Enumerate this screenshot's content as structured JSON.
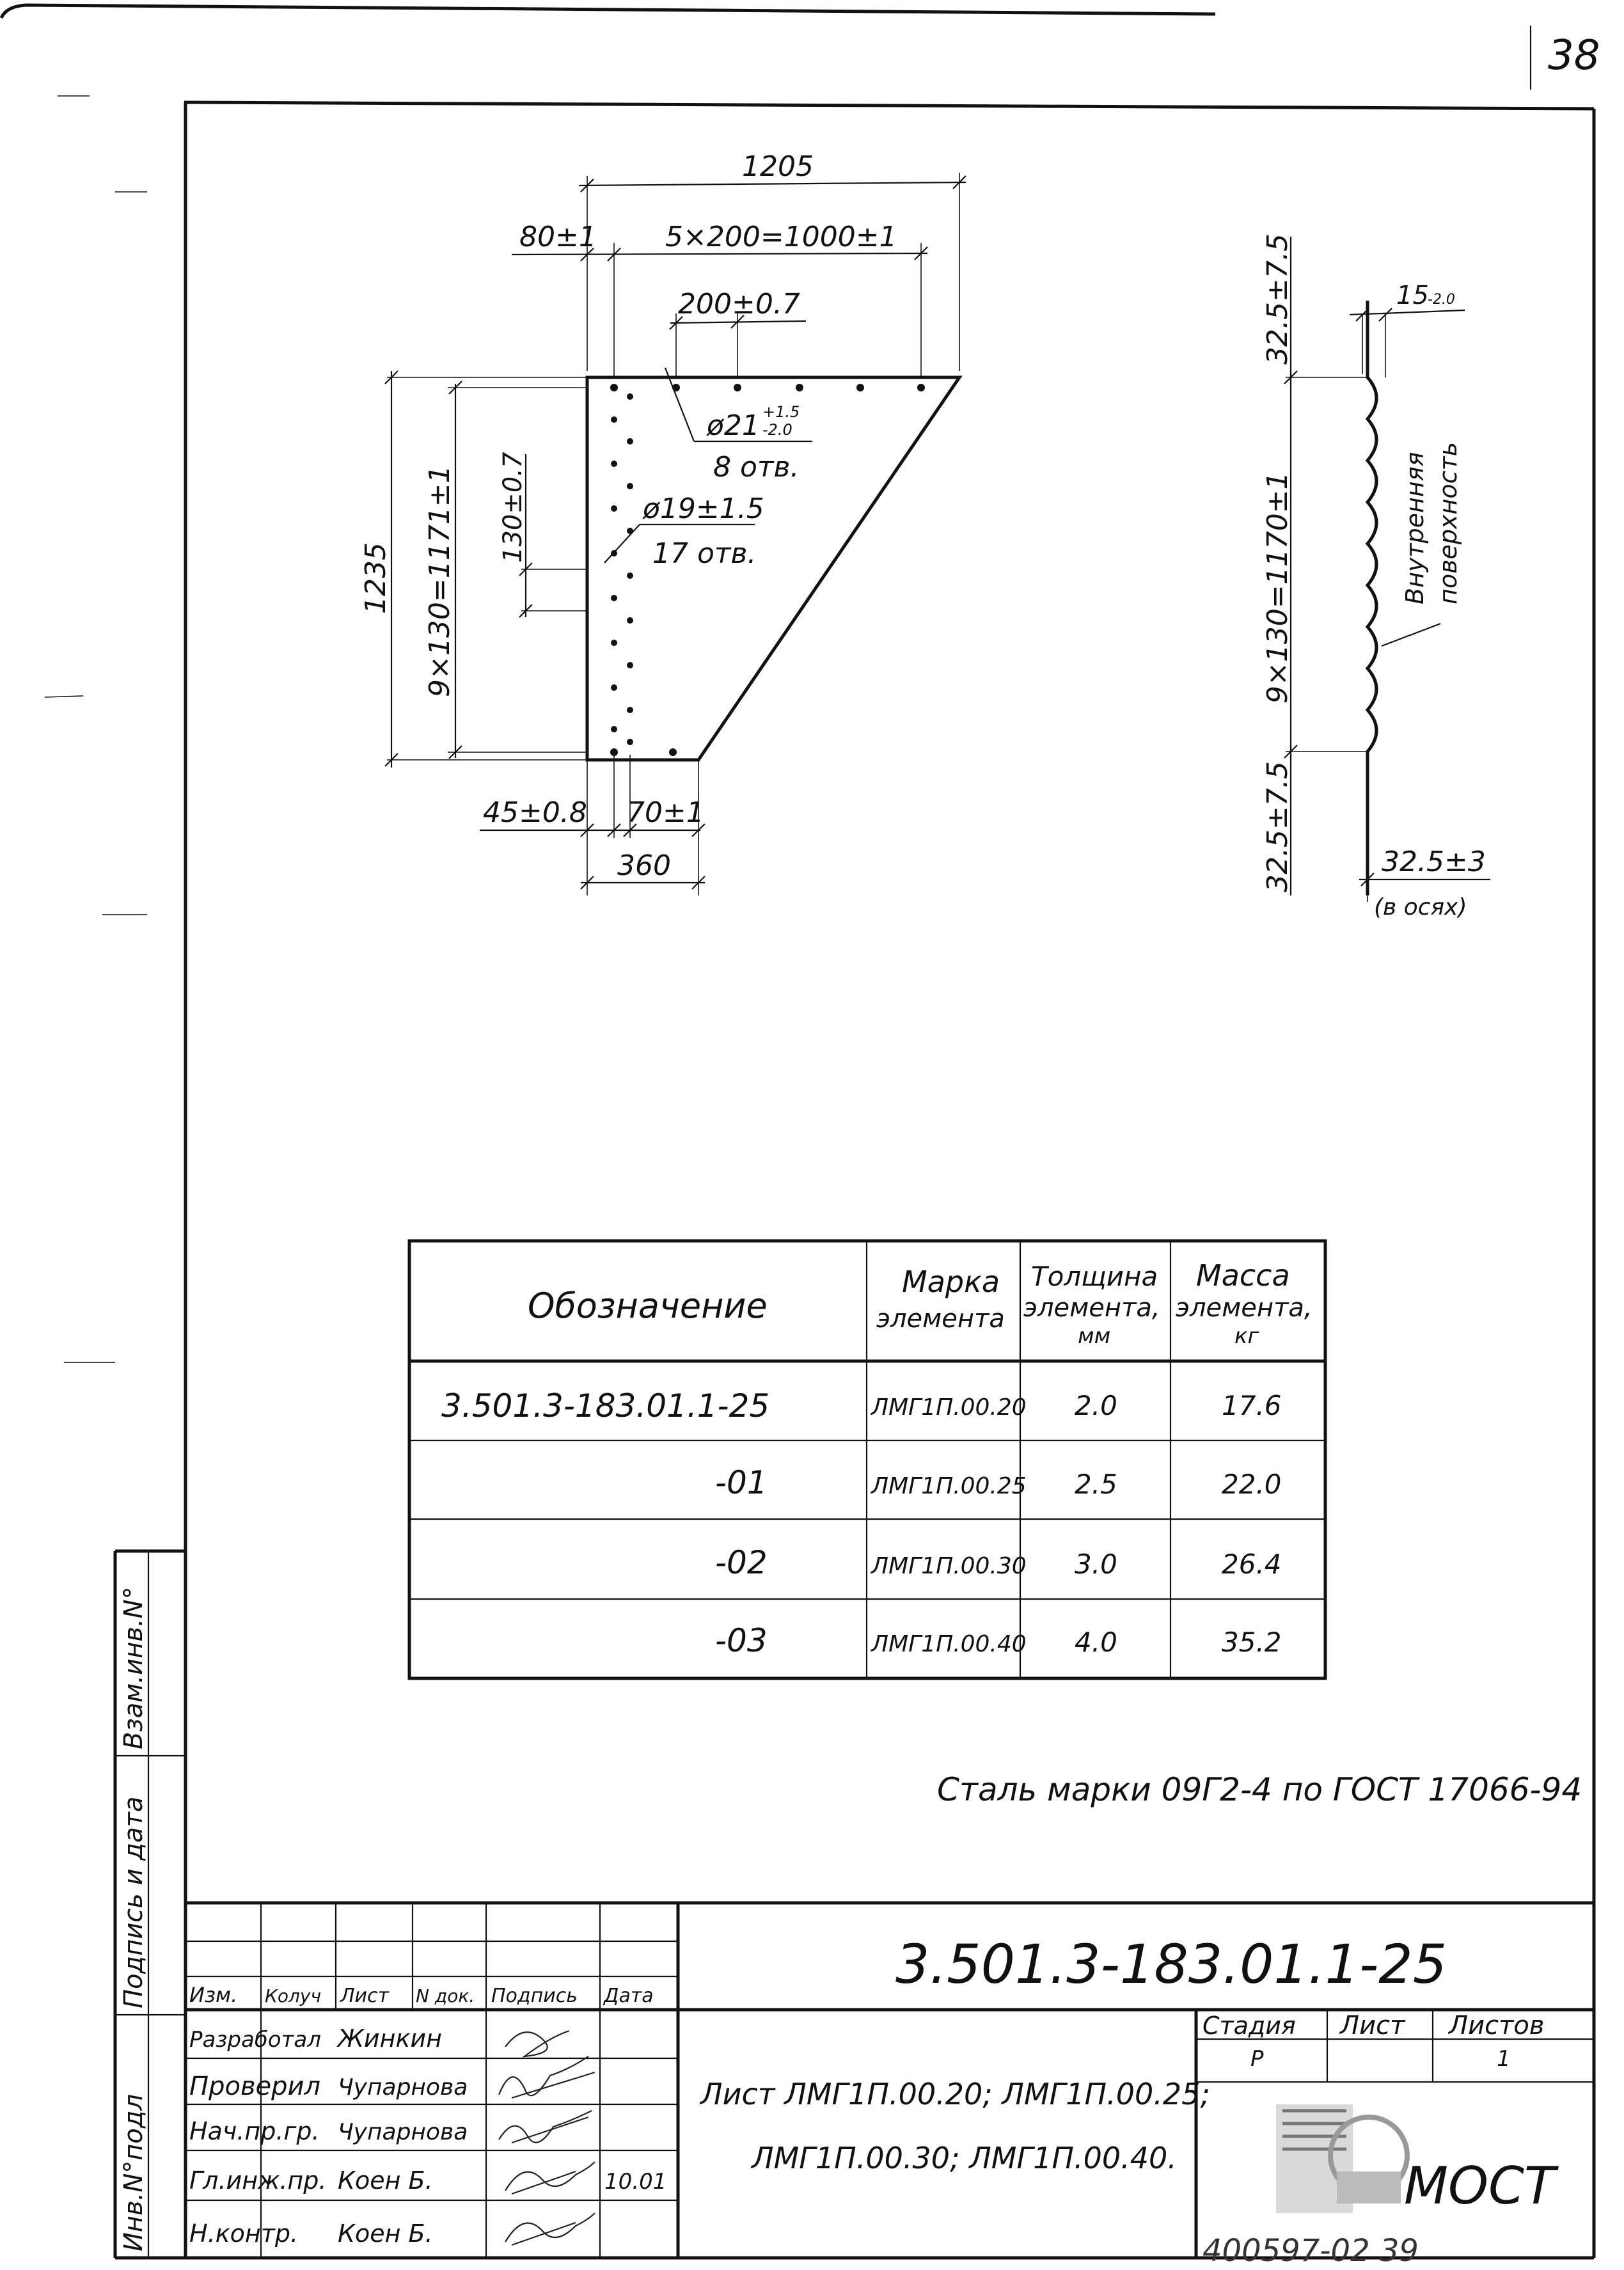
{
  "page_number": "38",
  "drawing": {
    "plate_dims": {
      "overall_width": "1205",
      "edge_offset": "80±1",
      "hole_pitch_total": "5×200=1000±1",
      "hole_pitch": "200±0.7",
      "hole_large": "ø21",
      "hole_large_tol_upper": "+1.5",
      "hole_large_tol_lower": "-2.0",
      "hole_large_count": "8 отв.",
      "hole_small": "ø19±1.5",
      "hole_small_count": "17 отв.",
      "overall_height": "1235",
      "vert_pitch_total": "9×130=1171±1",
      "vert_pitch": "130±0.7",
      "bottom_offset": "45±0.8",
      "bottom_spacing": "70±1",
      "bottom_width": "360"
    },
    "profile_dims": {
      "top_offset": "32.5±7.5",
      "wave_depth": "15",
      "wave_depth_tol": "-2.0",
      "pitch_total": "9×130=1170±1",
      "bottom_offset": "32.5±7.5",
      "axis_offset": "32.5±3",
      "axis_note": "(в осях)",
      "surface_label_1": "Внутренняя",
      "surface_label_2": "поверхность"
    }
  },
  "spec_table": {
    "headers": {
      "designation": "Обозначение",
      "mark_1": "Марка",
      "mark_2": "элемента",
      "thickness_1": "Толщина",
      "thickness_2": "элемента,",
      "thickness_3": "мм",
      "mass_1": "Масса",
      "mass_2": "элемента,",
      "mass_3": "кг"
    },
    "rows": [
      {
        "designation": "3.501.3-183.01.1-25",
        "mark": "ЛМГ1П.00.20",
        "thickness": "2.0",
        "mass": "17.6"
      },
      {
        "designation": "-01",
        "mark": "ЛМГ1П.00.25",
        "thickness": "2.5",
        "mass": "22.0"
      },
      {
        "designation": "-02",
        "mark": "ЛМГ1П.00.30",
        "thickness": "3.0",
        "mass": "26.4"
      },
      {
        "designation": "-03",
        "mark": "ЛМГ1П.00.40",
        "thickness": "4.0",
        "mass": "35.2"
      }
    ]
  },
  "steel_note": "Сталь марки 09Г2-4 по ГОСТ 17066-94",
  "side_stamp": {
    "inv_orig": "Инв.N°подл",
    "sign_date": "Подпись и дата",
    "replace_inv": "Взам.инв.N°"
  },
  "title_block": {
    "doc_code": "3.501.3-183.01.1-25",
    "col_headers": [
      "Изм.",
      "Колуч",
      "Лист",
      "N док.",
      "Подпись",
      "Дата"
    ],
    "roles": [
      {
        "role": "Разработал",
        "name": "Жинкин",
        "date": ""
      },
      {
        "role": "Проверил",
        "name": "Чупарнова",
        "date": ""
      },
      {
        "role": "Нач.пр.гр.",
        "name": "Чупарнова",
        "date": ""
      },
      {
        "role": "Гл.инж.пр.",
        "name": "Коен Б.",
        "date": "10.01"
      },
      {
        "role": "Н.контр.",
        "name": "Коен Б.",
        "date": ""
      }
    ],
    "sheet_title_1": "Лист ЛМГ1П.00.20; ЛМГ1П.00.25;",
    "sheet_title_2": "ЛМГ1П.00.30; ЛМГ1П.00.40.",
    "stage_label": "Стадия",
    "sheet_label": "Лист",
    "sheets_label": "Листов",
    "stage_value": "Р",
    "sheet_value": "",
    "sheets_value": "1",
    "org": "МОСТ"
  },
  "handwritten_footer": "400597-02 39"
}
